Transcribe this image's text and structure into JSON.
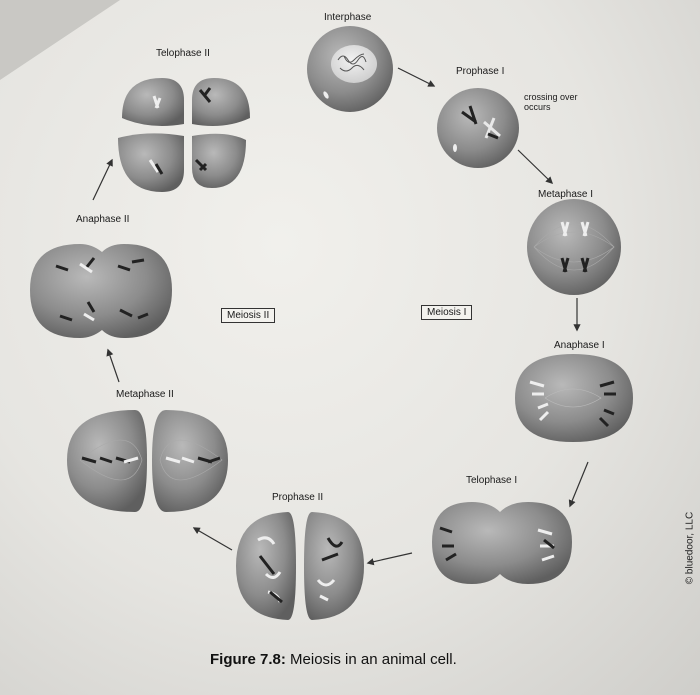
{
  "stages": {
    "interphase": "Interphase",
    "prophase_1": "Prophase I",
    "crossing_over": "crossing over\noccurs",
    "metaphase_1": "Metaphase I",
    "anaphase_1": "Anaphase I",
    "telophase_1": "Telophase I",
    "prophase_2": "Prophase II",
    "metaphase_2": "Metaphase II",
    "anaphase_2": "Anaphase II",
    "telophase_2": "Telophase II"
  },
  "phase_boxes": {
    "meiosis_1": "Meiosis I",
    "meiosis_2": "Meiosis II"
  },
  "caption": {
    "figure_label": "Figure 7.8:",
    "text": "Meiosis in an animal cell."
  },
  "credit": "© bluedoor, LLC"
}
